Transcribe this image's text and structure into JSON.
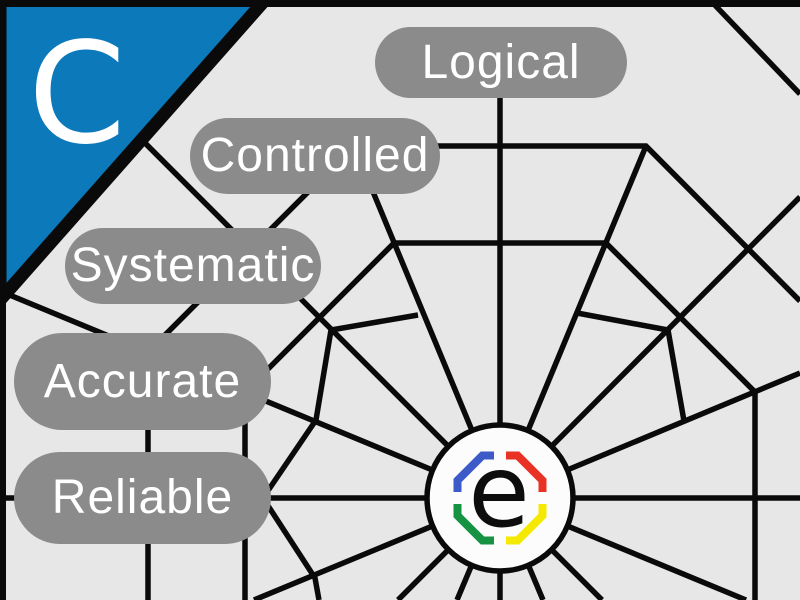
{
  "canvas": {
    "background": "#e7e7e7",
    "line_color": "#0a0a0a",
    "border_color": "#0a0a0a"
  },
  "badge": {
    "letter": "C",
    "background": "#0c79bb",
    "letter_color": "#ffffff"
  },
  "pills": [
    {
      "label": "Logical"
    },
    {
      "label": "Controlled"
    },
    {
      "label": "Systematic"
    },
    {
      "label": "Accurate"
    },
    {
      "label": "Reliable"
    }
  ],
  "pill_style": {
    "background": "#8b8b8b",
    "text_color": "#ffffff"
  },
  "logo": {
    "letter": "e",
    "letter_color": "#0d0d0d",
    "circle_fill": "#fcfcfc",
    "colors": {
      "blue": "#3c5bc8",
      "red": "#e93226",
      "green": "#169243",
      "yellow": "#f6e900"
    }
  }
}
